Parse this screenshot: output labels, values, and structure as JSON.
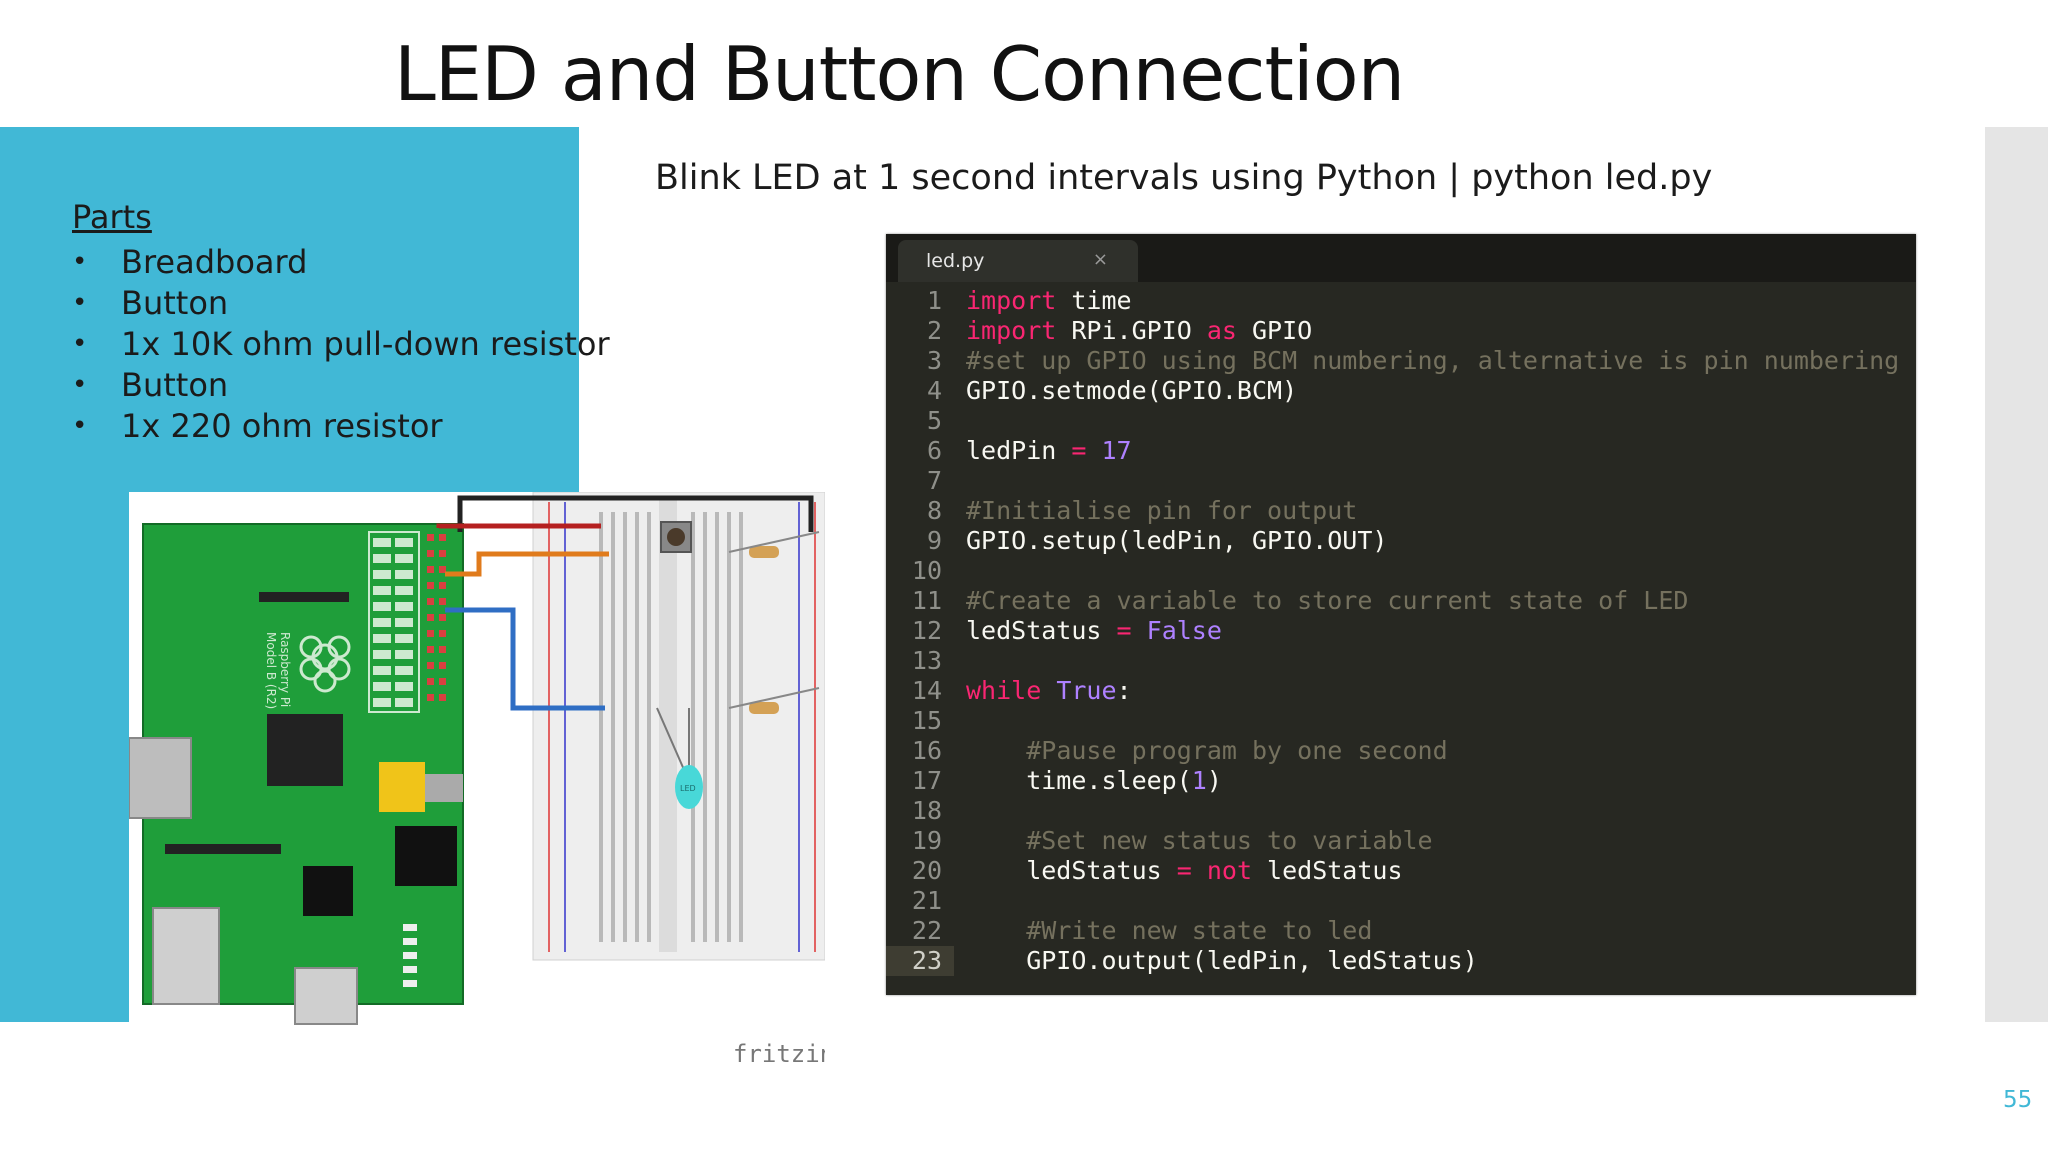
{
  "slide": {
    "title": "LED and Button Connection",
    "subtitle": "Blink LED at 1 second intervals using Python  |  python led.py",
    "page_number": "55"
  },
  "parts": {
    "heading": "Parts",
    "items": [
      "Breadboard",
      "Button",
      "1x 10K ohm pull-down resistor",
      "Button",
      "1x 220 ohm resistor"
    ]
  },
  "diagram": {
    "board_label_model": "Raspberry Pi",
    "board_label_rev": "Model B (R2)",
    "watermark": "fritzing",
    "led_label": "LED"
  },
  "editor": {
    "tab_name": "led.py",
    "tab_close": "×",
    "active_line": 23,
    "lines": [
      {
        "n": "1",
        "seg": [
          [
            "k",
            "import"
          ],
          [
            "p",
            " time"
          ]
        ]
      },
      {
        "n": "2",
        "seg": [
          [
            "k",
            "import"
          ],
          [
            "p",
            " RPi.GPIO "
          ],
          [
            "k",
            "as"
          ],
          [
            "p",
            " GPIO"
          ]
        ]
      },
      {
        "n": "3",
        "seg": [
          [
            "c",
            "#set up GPIO using BCM numbering, alternative is pin numbering"
          ]
        ]
      },
      {
        "n": "4",
        "seg": [
          [
            "p",
            "GPIO.setmode(GPIO.BCM)"
          ]
        ]
      },
      {
        "n": "5",
        "seg": []
      },
      {
        "n": "6",
        "seg": [
          [
            "p",
            "ledPin "
          ],
          [
            "k",
            "="
          ],
          [
            "p",
            " "
          ],
          [
            "n",
            "17"
          ]
        ]
      },
      {
        "n": "7",
        "seg": []
      },
      {
        "n": "8",
        "seg": [
          [
            "c",
            "#Initialise pin for output"
          ]
        ]
      },
      {
        "n": "9",
        "seg": [
          [
            "p",
            "GPIO.setup(ledPin, GPIO.OUT)"
          ]
        ]
      },
      {
        "n": "10",
        "seg": []
      },
      {
        "n": "11",
        "seg": [
          [
            "c",
            "#Create a variable to store current state of LED"
          ]
        ]
      },
      {
        "n": "12",
        "seg": [
          [
            "p",
            "ledStatus "
          ],
          [
            "k",
            "="
          ],
          [
            "p",
            " "
          ],
          [
            "n",
            "False"
          ]
        ]
      },
      {
        "n": "13",
        "seg": []
      },
      {
        "n": "14",
        "seg": [
          [
            "k",
            "while"
          ],
          [
            "p",
            " "
          ],
          [
            "n",
            "True"
          ],
          [
            "p",
            ":"
          ]
        ]
      },
      {
        "n": "15",
        "seg": []
      },
      {
        "n": "16",
        "seg": [
          [
            "p",
            "    "
          ],
          [
            "c",
            "#Pause program by one second"
          ]
        ]
      },
      {
        "n": "17",
        "seg": [
          [
            "p",
            "    time.sleep("
          ],
          [
            "n",
            "1"
          ],
          [
            "p",
            ")"
          ]
        ]
      },
      {
        "n": "18",
        "seg": []
      },
      {
        "n": "19",
        "seg": [
          [
            "p",
            "    "
          ],
          [
            "c",
            "#Set new status to variable"
          ]
        ]
      },
      {
        "n": "20",
        "seg": [
          [
            "p",
            "    ledStatus "
          ],
          [
            "k",
            "="
          ],
          [
            "p",
            " "
          ],
          [
            "k",
            "not"
          ],
          [
            "p",
            " ledStatus"
          ]
        ]
      },
      {
        "n": "21",
        "seg": []
      },
      {
        "n": "22",
        "seg": [
          [
            "p",
            "    "
          ],
          [
            "c",
            "#Write new state to led"
          ]
        ]
      },
      {
        "n": "23",
        "seg": [
          [
            "p",
            "    GPIO.output(ledPin, ledStatus)"
          ]
        ]
      }
    ]
  },
  "colors": {
    "accent": "#41b8d6",
    "editor_bg": "#272822",
    "keyword": "#f92672",
    "comment": "#75715e",
    "number": "#ae81ff",
    "board_green": "#1f9e3a"
  }
}
